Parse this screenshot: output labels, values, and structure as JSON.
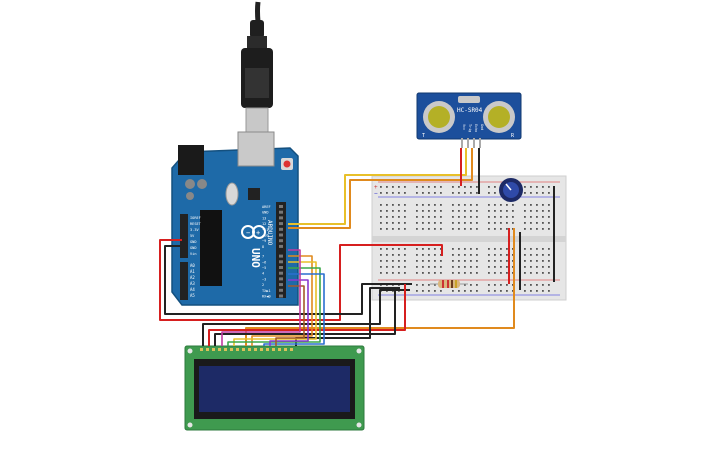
{
  "arduino": {
    "brand_vertical": "ARDUINO",
    "model_vertical": "UNO",
    "header_top_labels": [
      "AREF",
      "GND",
      "13",
      "12",
      "~11",
      "~10",
      "~9",
      "8"
    ],
    "header_bottom_labels": [
      "7",
      "~6",
      "~5",
      "4",
      "~3",
      "2",
      "TX▶1",
      "RX◀0"
    ],
    "power_labels": [
      "IOREF",
      "RESET",
      "3.3V",
      "5V",
      "GND",
      "GND",
      "Vin"
    ],
    "analog_labels": [
      "A0",
      "A1",
      "A2",
      "A3",
      "A4",
      "A5"
    ]
  },
  "sensor": {
    "model": "HC-SR04",
    "pin_labels": [
      "Vcc",
      "Trig",
      "Echo",
      "Gnd"
    ],
    "left_mark": "T",
    "right_mark": "R"
  },
  "breadboard": {
    "plus": "+",
    "minus": "−"
  },
  "colors": {
    "arduino_board": "#1e6aa8",
    "sensor_board": "#1c4f9c",
    "lcd_pcb": "#3f9a4f",
    "lcd_screen": "#1d2a66",
    "wire_red": "#d61f1f",
    "wire_black": "#222222",
    "wire_orange": "#e08a1e",
    "wire_yellow": "#e8c02a"
  }
}
